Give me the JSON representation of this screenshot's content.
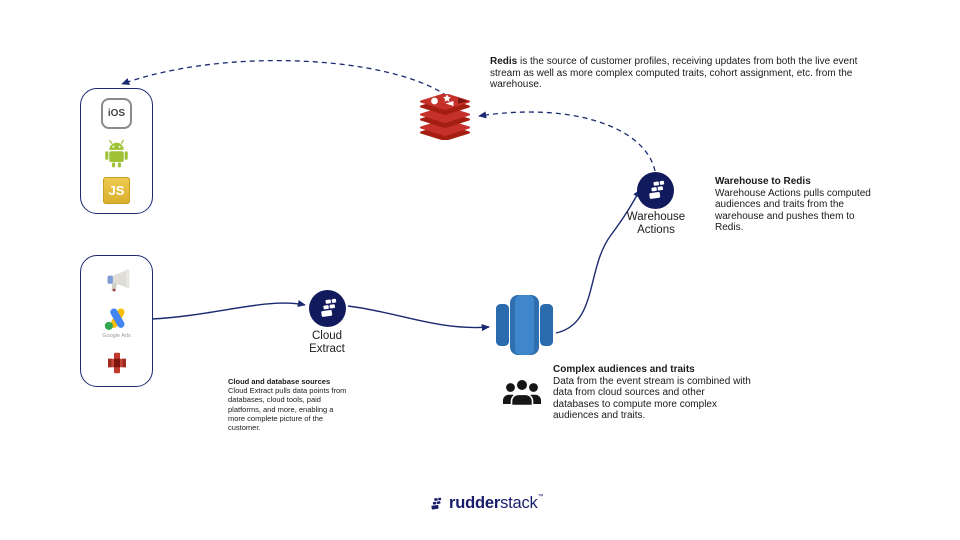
{
  "diagram": {
    "notes": {
      "redis": {
        "lead": "Redis",
        "body": " is the source of customer profiles, receiving updates from both the live event stream as well as more complex computed traits, cohort assignment, etc. from the warehouse."
      },
      "warehouse_to_redis": {
        "title": "Warehouse to Redis",
        "body": "Warehouse Actions pulls computed audiences and traits from the warehouse and pushes them to Redis."
      },
      "complex_audiences": {
        "title": "Complex audiences and traits",
        "body": "Data from the event stream is combined with data from cloud sources and other databases to compute more complex audiences and traits."
      },
      "cloud_sources": {
        "title": "Cloud and database sources",
        "body": "Cloud Extract pulls data points from databases, cloud tools, paid platforms, and more, enabling a more complete picture of the customer."
      }
    },
    "nodes": {
      "cloud_extract": {
        "line1": "Cloud",
        "line2": "Extract"
      },
      "warehouse_actions": {
        "line1": "Warehouse",
        "line2": "Actions"
      },
      "event_sources": {
        "ios_label": "iOS",
        "js_label": "JS"
      },
      "cloud_source_items": {
        "google_ads_label": "Google Ads"
      }
    },
    "branding": {
      "bold": "rudder",
      "light": "stack",
      "tm": "™"
    },
    "icons": [
      "ios-icon",
      "android-icon",
      "javascript-icon",
      "megaphone-icon",
      "google-ads-icon",
      "redshift-icon",
      "redis-logo",
      "rudderstack-icon",
      "warehouse-icon",
      "audience-icon"
    ],
    "colors": {
      "navy_node": "#111A5C",
      "arrow": "#1B2A70",
      "redis_light": "#C6302B",
      "redis_dark": "#A41E11",
      "warehouse_blue": "#3F86CB",
      "warehouse_blue_dark": "#2A6BAD",
      "android_green": "#9EC136",
      "js_gold": "#DFB62F",
      "gads_blue": "#4285F4",
      "gads_yellow": "#FBBC04",
      "gads_green": "#34A853",
      "brand_navy": "#181D6B"
    }
  }
}
